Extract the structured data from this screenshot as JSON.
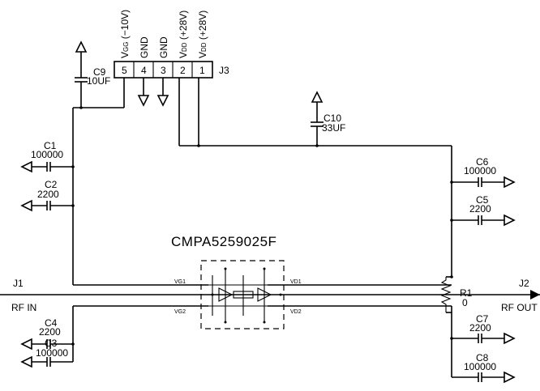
{
  "part_number": "CMPA5259025F",
  "connectors": {
    "j1": "J1",
    "j2": "J2",
    "j3": "J3",
    "rf_in": "RF  IN",
    "rf_out": "RF  OUT"
  },
  "j3_pins": [
    {
      "num": "5",
      "pre": "V",
      "sub": "GG",
      "post": " (−10V)"
    },
    {
      "num": "4",
      "pre": "GND",
      "sub": "",
      "post": ""
    },
    {
      "num": "3",
      "pre": "GND",
      "sub": "",
      "post": ""
    },
    {
      "num": "2",
      "pre": "V",
      "sub": "DD",
      "post": " (+28V)"
    },
    {
      "num": "1",
      "pre": "V",
      "sub": "DD",
      "post": " (+28V)"
    }
  ],
  "components": {
    "c1": {
      "ref": "C1",
      "value": "100000"
    },
    "c2": {
      "ref": "C2",
      "value": "2200"
    },
    "c3": {
      "ref": "C3",
      "value": "100000"
    },
    "c4": {
      "ref": "C4",
      "value": "2200"
    },
    "c5": {
      "ref": "C5",
      "value": "2200"
    },
    "c6": {
      "ref": "C6",
      "value": "100000"
    },
    "c7": {
      "ref": "C7",
      "value": "2200"
    },
    "c8": {
      "ref": "C8",
      "value": "100000"
    },
    "c9": {
      "ref": "C9",
      "value": "10UF"
    },
    "c10": {
      "ref": "C10",
      "value": "33UF"
    },
    "r1": {
      "ref": "R1",
      "value": "0"
    }
  },
  "ic_pins": {
    "vg1": "VG1",
    "vg2": "VG2",
    "vd1": "VD1",
    "vd2": "VD2"
  }
}
